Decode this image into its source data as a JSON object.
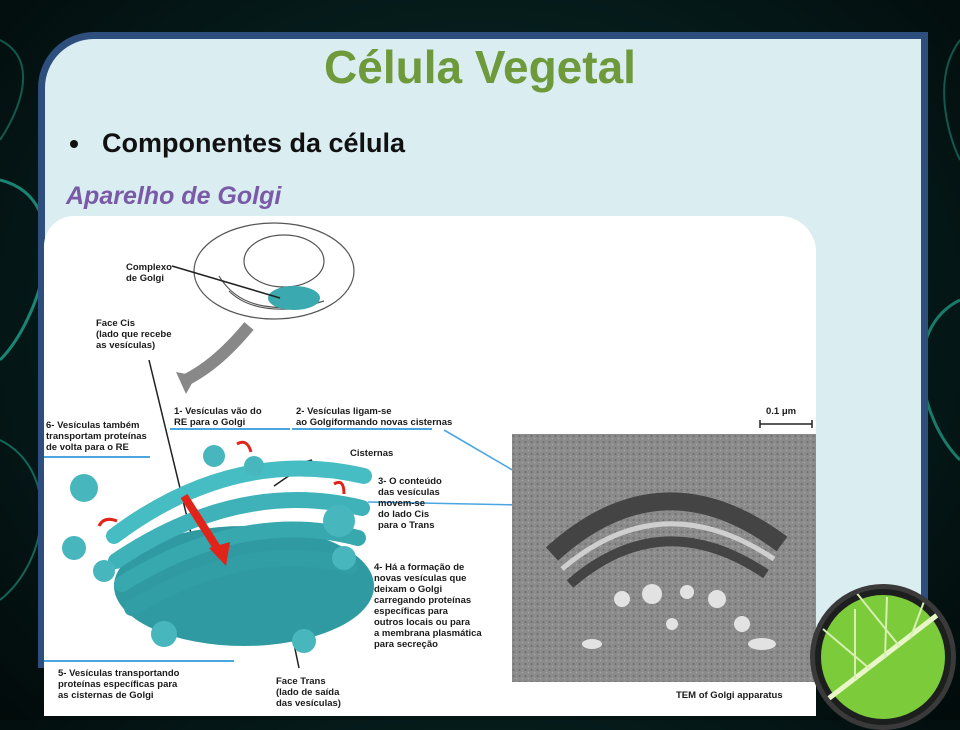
{
  "slide": {
    "title": "Célula Vegetal",
    "bullet": "Componentes da célula",
    "subtitle": "Aparelho de Golgi"
  },
  "figure": {
    "labels": {
      "complexo": "Complexo\nde Golgi",
      "face_cis": "Face Cis\n(lado que recebe\nas vesículas)",
      "l1": "1- Vesículas vão do\nRE para o Golgi",
      "l2": "2- Vesículas ligam-se\nao Golgiformando novas cisternas",
      "l6": "6- Vesículas também\ntransportam proteínas\nde volta para o RE",
      "cisternas": "Cisternas",
      "l3": "3- O conteúdo\ndas vesículas\nmovem-se\ndo lado Cis\npara o Trans",
      "l4": "4- Há a formação de\nnovas vesículas que\ndeixam o Golgi\ncarregando proteínas\nespecíficas para\noutros locais ou para\na membrana plasmática\npara secreção",
      "l5": "5- Vesículas transportando\nproteínas específicas para\nas cisternas de Golgi",
      "face_trans": "Face Trans\n(lado de saída\ndas vesículas)",
      "scale": "0.1 μm",
      "tem": "TEM of Golgi apparatus"
    }
  },
  "colors": {
    "title": "#6e9a3c",
    "subtitle": "#7a5aa6",
    "panel": "#daeef2",
    "panel_border": "#2e4f7e",
    "golgi": "#3aa9b0",
    "leader": "#4aa6e0"
  }
}
